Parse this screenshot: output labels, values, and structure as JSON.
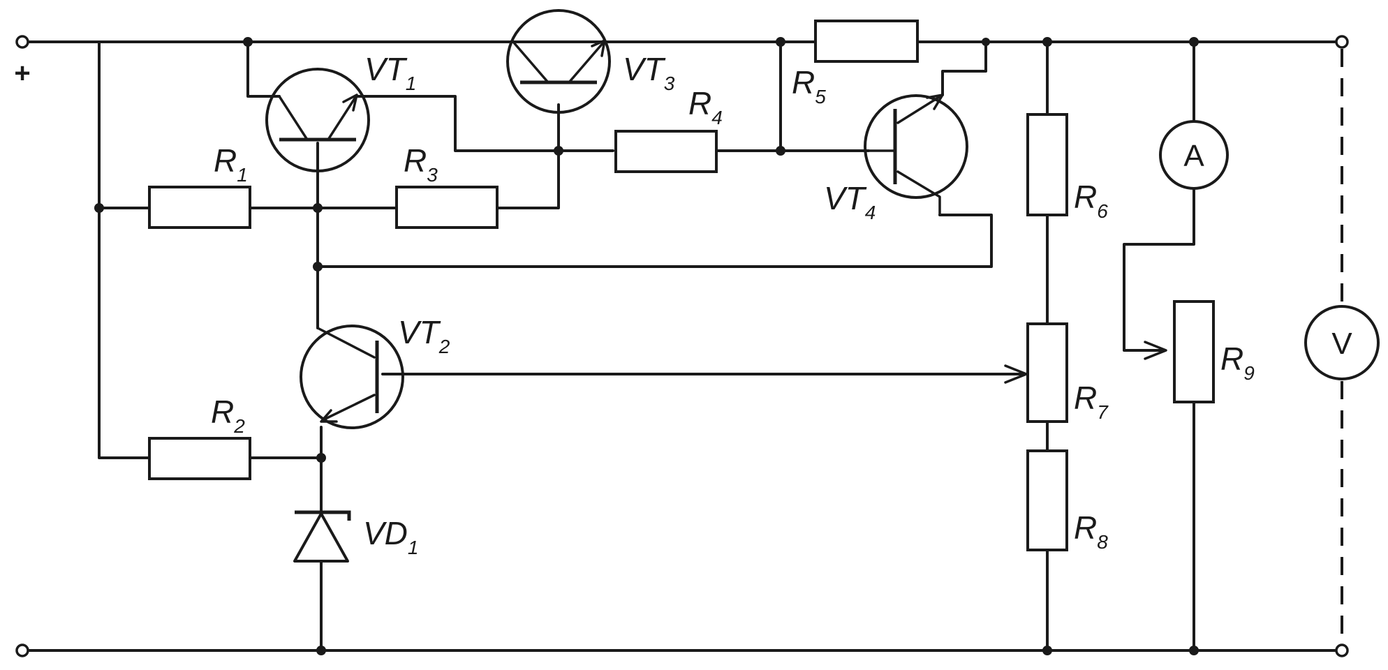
{
  "terminals": {
    "plus_sign": "+"
  },
  "transistors": {
    "vt1": {
      "letter": "VT",
      "index": "1"
    },
    "vt2": {
      "letter": "VT",
      "index": "2"
    },
    "vt3": {
      "letter": "VT",
      "index": "3"
    },
    "vt4": {
      "letter": "VT",
      "index": "4"
    }
  },
  "resistors": {
    "r1": {
      "letter": "R",
      "index": "1"
    },
    "r2": {
      "letter": "R",
      "index": "2"
    },
    "r3": {
      "letter": "R",
      "index": "3"
    },
    "r4": {
      "letter": "R",
      "index": "4"
    },
    "r5": {
      "letter": "R",
      "index": "5"
    },
    "r6": {
      "letter": "R",
      "index": "6"
    },
    "r7": {
      "letter": "R",
      "index": "7"
    },
    "r8": {
      "letter": "R",
      "index": "8"
    },
    "r9": {
      "letter": "R",
      "index": "9"
    }
  },
  "diode": {
    "letter": "VD",
    "index": "1"
  },
  "meters": {
    "ammeter": "A",
    "voltmeter": "V"
  }
}
